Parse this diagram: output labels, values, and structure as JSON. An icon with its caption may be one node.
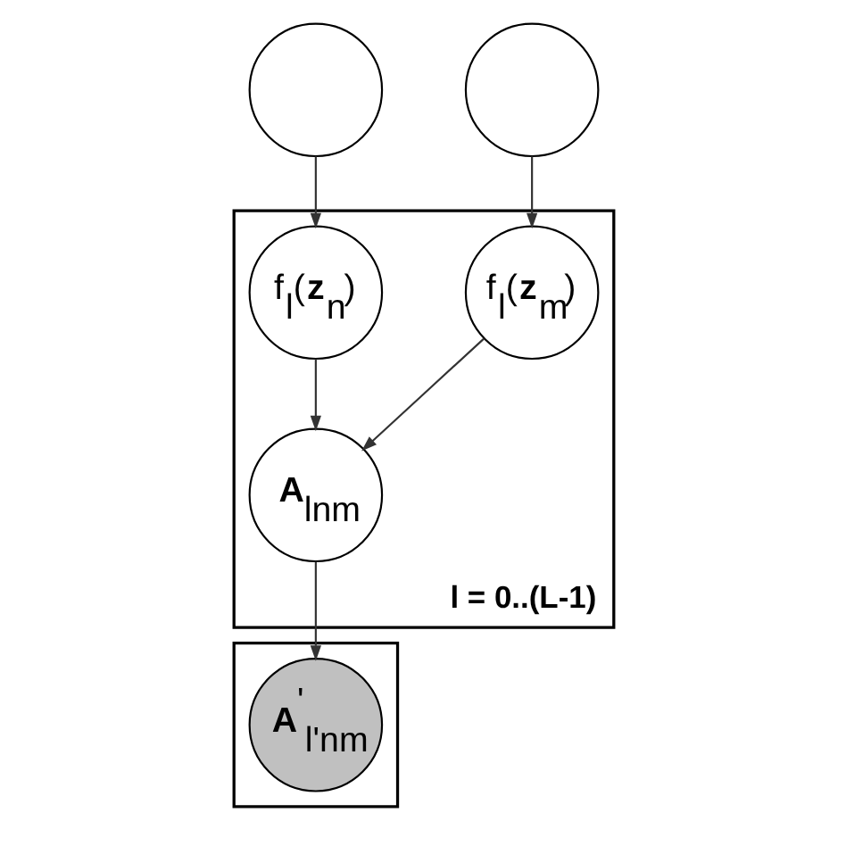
{
  "diagram": {
    "nodes": [
      {
        "text": [],
        "shape": "circle"
      },
      {
        "text": [],
        "shape": "circle"
      },
      {
        "text": [
          "l = 0..(L-1)"
        ]
      },
      {
        "text": [
          "f$_{l}$(**z**$_{n}$)"
        ],
        "in": 2
      },
      {
        "text": [
          "f$_{l}$(**z**$_{m}$)"
        ],
        "in": 2
      },
      {
        "text": [
          "**A**$_{lnm}$"
        ],
        "in": 2
      },
      {
        "text": [],
        "shape": "box"
      },
      {
        "text": [
          "**A**$^{'}$$_{l'nm}$"
        ],
        "in": 6
      }
    ],
    "edges": [
      {
        "from": 0,
        "to": 3,
        "arrow": "to"
      },
      {
        "from": 1,
        "to": 4,
        "arrow": "to"
      },
      {
        "from": 3,
        "to": 5,
        "arrow": "to"
      },
      {
        "from": 4,
        "to": 5,
        "arrow": "to"
      },
      {
        "from": 5,
        "to": 7,
        "arrow": "to"
      }
    ]
  }
}
